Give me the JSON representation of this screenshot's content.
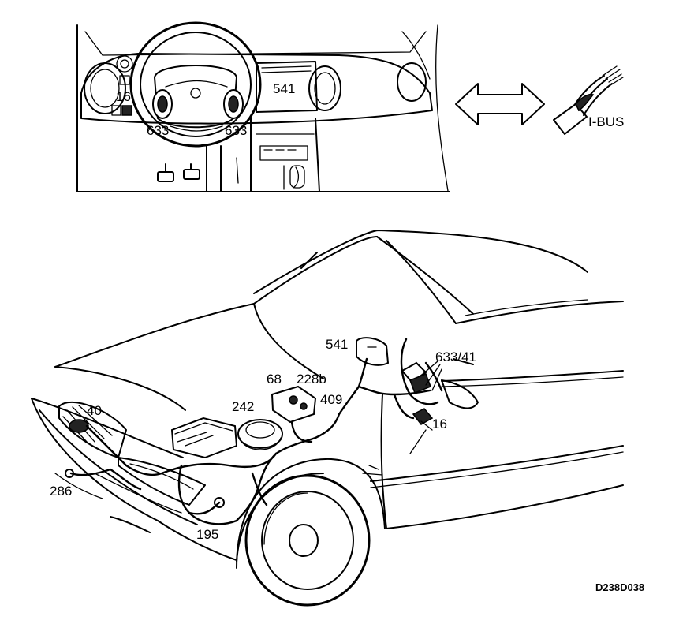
{
  "labels": {
    "dash_16": "16",
    "dash_633_left": "633",
    "dash_633_right": "633",
    "dash_541": "541",
    "ibus": "I-BUS",
    "car_541": "541",
    "car_633_41": "633/41",
    "car_68": "68",
    "car_228b": "228b",
    "car_409": "409",
    "car_242": "242",
    "car_40": "40",
    "car_16": "16",
    "car_286": "286",
    "car_195": "195"
  },
  "figure_code": "D238D038"
}
